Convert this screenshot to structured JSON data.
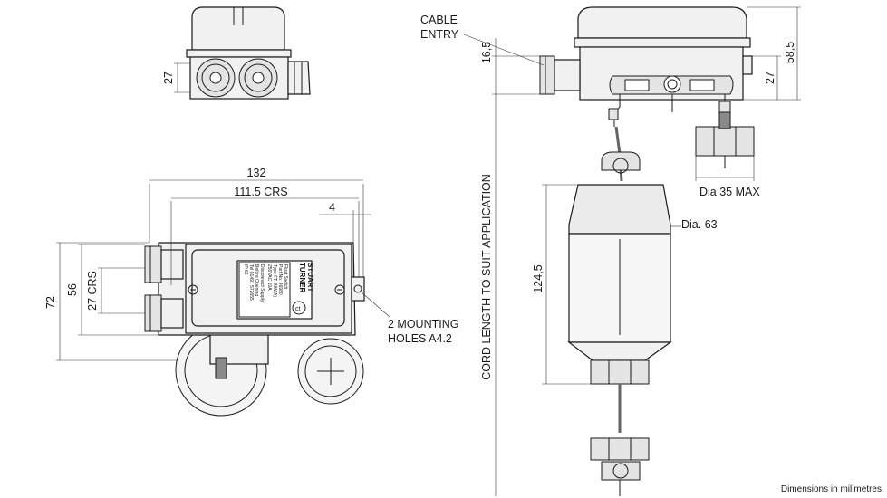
{
  "drawing": {
    "dims": {
      "width_overall": "132",
      "crs_width": "111.5 CRS",
      "tab_offset": "4",
      "height_overall": "72",
      "crs_height": "56",
      "crs_27": "27 CRS",
      "top_27": "27",
      "entry_16_5": "16,5",
      "height_58_5": "58,5",
      "right_27": "27",
      "float_124_5": "124,5"
    },
    "labels": {
      "cable_entry_1": "CABLE",
      "cable_entry_2": "ENTRY",
      "mount_1": "2 MOUNTING",
      "mount_2": "HOLES A4.2",
      "weight_dia": "Dia 35 MAX",
      "float_dia": "Dia. 63",
      "cord": "CORD LENGTH TO SUIT APPLICATION",
      "units": "Dimensions in milimetres"
    },
    "plate": {
      "brand_1": "STUART",
      "brand_2": "TURNER",
      "lines": [
        "Float Switch",
        "Part No. 46980",
        "Type FT (NW/A)",
        "250VAC 10A",
        "Disconnect Supply",
        "Before Opening",
        "Tel 01491 572655",
        "IP 65"
      ]
    }
  }
}
